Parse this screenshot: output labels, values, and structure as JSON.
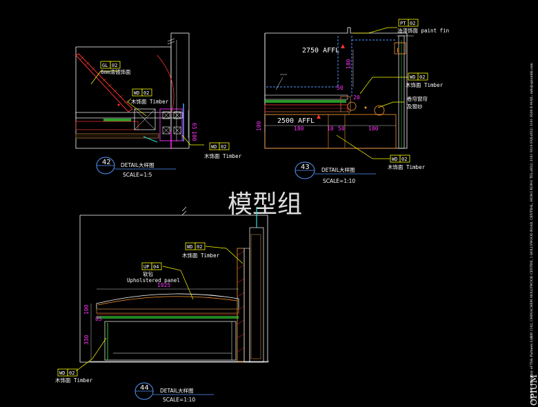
{
  "watermark": "模型组",
  "sidebar": {
    "brand": "OPIUM",
    "subsidiary": "under the subsidiary of TS& Partners Ltd.",
    "address": "RM 1102, CHINACHEM HOLLYWOOD CENTRE, 1 HOLLYWOOD ROAD, CENTRAL, HONG KONG   TEL:(852) 3101 9310   FAX:(852) 3101 9500   E-MAIL: info@opiumhk.com"
  },
  "detail42": {
    "number": "42",
    "title": "DETAIL大样图",
    "scale": "SCALE=1:5",
    "tag_gl": {
      "code": "GL",
      "no": "02",
      "desc": "6mm清镜饰面"
    },
    "tag_wd_a": {
      "code": "WD",
      "no": "02",
      "desc": "木饰面 Timber"
    },
    "tag_wd_b": {
      "code": "WD",
      "no": "02",
      "desc": "木饰面 Timber"
    },
    "dim_a": "65",
    "dim_b": "100"
  },
  "detail43": {
    "number": "43",
    "title": "DETAIL大样图",
    "scale": "SCALE=1:10",
    "elev_top": "2750 AFFL",
    "elev_bottom": "2500 AFFL",
    "tag_pt": {
      "code": "PT",
      "no": "02",
      "desc": "油漆饰面 paint fin"
    },
    "tag_wd_a": {
      "code": "WD",
      "no": "02",
      "desc": "木饰面 Timber"
    },
    "tag_wd_b": {
      "code": "WD",
      "no": "02",
      "desc": "木饰面 Timber"
    },
    "curtain_1": "卷帘窗帘",
    "curtain_2": "及窗纱",
    "dims": {
      "h180": "180",
      "h50": "50",
      "h20": "20",
      "h100": "100",
      "w180a": "180",
      "w10": "10",
      "w50": "50",
      "w180b": "180"
    }
  },
  "detail44": {
    "number": "44",
    "title": "DETAIL大样图",
    "scale": "SCALE=1:10",
    "tag_up": {
      "code": "UP",
      "no": "04",
      "desc": "软包",
      "desc2": "Upholstered panel"
    },
    "tag_wd_a": {
      "code": "WD",
      "no": "02",
      "desc": "木饰面 Timber"
    },
    "tag_wd_b": {
      "code": "WD",
      "no": "02",
      "desc": "木饰面 Timber"
    },
    "dims": {
      "w1025": "1025",
      "h100": "100",
      "h85": "85",
      "h330": "330"
    }
  },
  "colors": {
    "background": "#000000",
    "line": "#ffffff",
    "dim": "#ff33ff",
    "leader": "#ffff00",
    "hatch_red": "#ff3333",
    "hatch_green": "#33cc33",
    "blue": "#5599ff",
    "cyan": "#33dddd",
    "orange": "#ff9933",
    "brown": "#996633"
  }
}
